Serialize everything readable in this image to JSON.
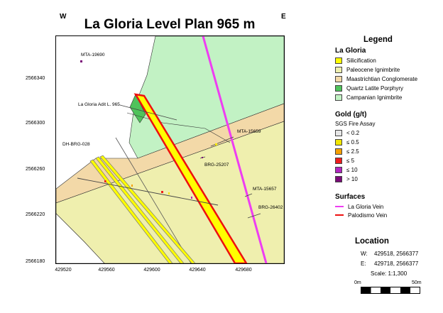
{
  "title": "La Gloria Level Plan 965 m",
  "corners": {
    "west": "W",
    "east": "E"
  },
  "axes": {
    "y_ticks": [
      "2566340",
      "2566300",
      "2566260",
      "2566220",
      "2566180"
    ],
    "x_ticks": [
      "429520",
      "429560",
      "429600",
      "429640",
      "429680"
    ]
  },
  "map_labels": {
    "drillholes": [
      "MTA-19690",
      "MTA-15659",
      "BRG-25207",
      "DH-BRG-028",
      "MTA-15657",
      "BRG-26402"
    ],
    "adit": "La Gloria Adit L. 965"
  },
  "legend": {
    "title": "Legend",
    "geology": {
      "title": "La Gloria",
      "items": [
        {
          "label": "Silicification",
          "color": "#ffff00"
        },
        {
          "label": "Paleocene Ignimbrite",
          "color": "#efefae"
        },
        {
          "label": "Maastrichtian Conglomerate",
          "color": "#f3d9a8"
        },
        {
          "label": "Quartz Latite Porphyry",
          "color": "#4fc35b"
        },
        {
          "label": "Campanian Ignimbrite",
          "color": "#c2f2c4"
        }
      ]
    },
    "gold": {
      "title": "Gold (g/t)",
      "subtitle": "SGS Fire Assay",
      "items": [
        {
          "label": "< 0.2",
          "color": "#e6e6e6"
        },
        {
          "label": "≤ 0.5",
          "color": "#f2e600"
        },
        {
          "label": "≤ 2.5",
          "color": "#f5a000"
        },
        {
          "label": "≤ 5",
          "color": "#ee1c1c"
        },
        {
          "label": "≤ 10",
          "color": "#b026c0"
        },
        {
          "label": "> 10",
          "color": "#7a0a78"
        }
      ]
    },
    "surfaces": {
      "title": "Surfaces",
      "items": [
        {
          "label": "La Gloria Vein",
          "color": "#ee3df2"
        },
        {
          "label": "Palodismo Vein",
          "color": "#ee1010"
        }
      ]
    }
  },
  "location": {
    "title": "Location",
    "west_label": "W:",
    "west_coord": "429518, 2566377",
    "east_label": "E:",
    "east_coord": "429718, 2566377",
    "scale": "Scale: 1:1,300",
    "bar_start": "0m",
    "bar_end": "50m"
  }
}
